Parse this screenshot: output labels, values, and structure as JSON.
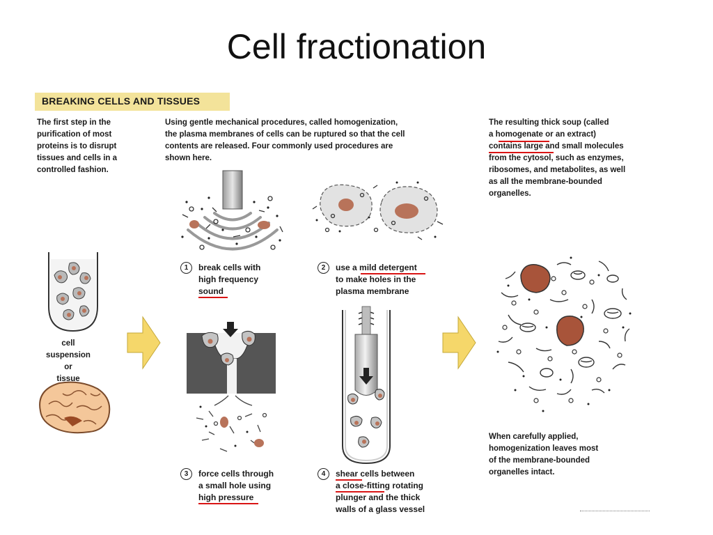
{
  "title": "Cell fractionation",
  "banner": "BREAKING CELLS AND TISSUES",
  "intro": "The first step in the\npurification of most\nproteins is to disrupt\ntissues and cells in a\ncontrolled fashion.",
  "middle_text": "Using gentle mechanical procedures, called homogenization,\nthe plasma membranes of cells can be ruptured so that the cell\ncontents are released. Four commonly used procedures are\nshown here.",
  "right_top_text": "The resulting thick soup (called\na homogenate or an extract)\ncontains large and small molecules\nfrom the cytosol, such as enzymes,\nribosomes, and metabolites, as well\nas all the membrane-bounded\norganelles.",
  "right_bottom_text": "When carefully applied,\nhomogenization leaves most\nof the membrane-bounded\norganelles intact.",
  "tube_label": "cell\nsuspension\nor\ntissue",
  "steps": [
    {
      "num": "1",
      "caption": "break cells with\nhigh frequency\nsound"
    },
    {
      "num": "2",
      "caption": "use a mild detergent\nto make holes in the\nplasma membrane"
    },
    {
      "num": "3",
      "caption": "force cells through\na small hole using\nhigh pressure"
    },
    {
      "num": "4",
      "caption": "shear cells between\na close-fitting rotating\nplunger and the thick\nwalls of a glass vessel"
    }
  ],
  "colors": {
    "banner": "#f3e39a",
    "arrow": "#f5d76a",
    "nucleus": "#b8735a",
    "underline": "#d91414",
    "press": "#555555"
  }
}
